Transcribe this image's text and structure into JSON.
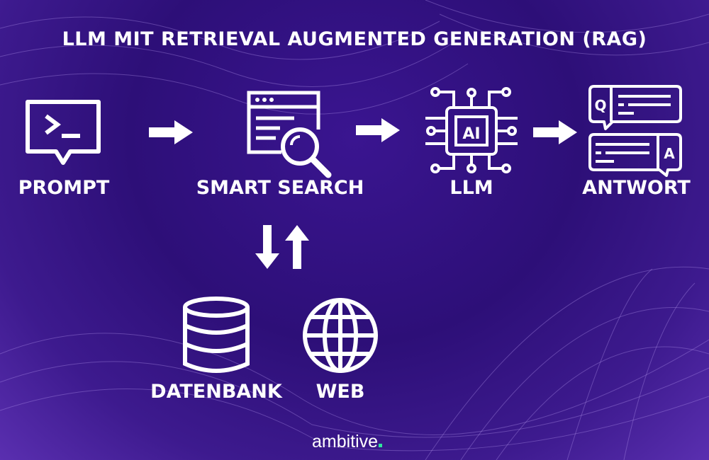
{
  "title": "LLM MIT RETRIEVAL AUGMENTED GENERATION (RAG)",
  "steps": [
    {
      "label": "PROMPT",
      "icon": "terminal-chat-icon"
    },
    {
      "label": "SMART SEARCH",
      "icon": "search-browser-icon"
    },
    {
      "label": "LLM",
      "icon": "ai-chip-icon"
    },
    {
      "label": "ANTWORT",
      "icon": "qa-chat-icon"
    }
  ],
  "sources": [
    {
      "label": "DATENBANK",
      "icon": "database-icon"
    },
    {
      "label": "WEB",
      "icon": "globe-icon"
    }
  ],
  "qa": {
    "q": "Q",
    "a": "A"
  },
  "chip_text": "AI",
  "brand": {
    "name": "ambitive",
    "accent": "#2ee59d"
  },
  "colors": {
    "background": "#2d0f78",
    "foreground": "#ffffff"
  }
}
